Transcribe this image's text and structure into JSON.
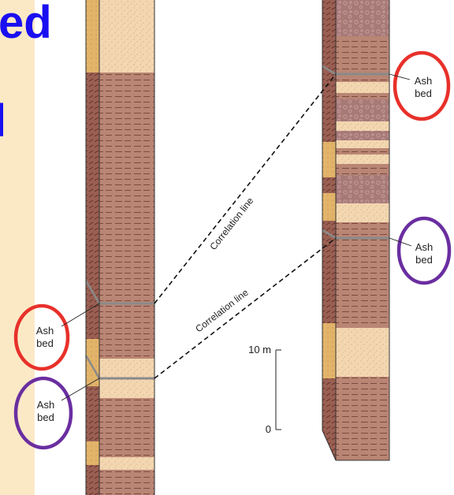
{
  "slide_heading_fragment_1": "ed",
  "slide_heading_fragment_2": "l",
  "callouts": {
    "left_upper": {
      "line1": "Ash",
      "line2": "bed",
      "ring_color": "#e8302a"
    },
    "left_lower": {
      "line1": "Ash",
      "line2": "bed",
      "ring_color": "#6a2ea0"
    },
    "right_upper": {
      "line1": "Ash",
      "line2": "bed",
      "ring_color": "#e8302a"
    },
    "right_lower": {
      "line1": "Ash",
      "line2": "bed",
      "ring_color": "#6a2ea0"
    }
  },
  "correlation_lines": {
    "upper": "Correlation line",
    "lower": "Correlation line"
  },
  "scale_bar": {
    "top_label": "10 m",
    "bottom_label": "0"
  },
  "colors": {
    "shale": "#b98574",
    "sandstone": "#f3d7b1",
    "conglomerate": "#a77a78",
    "ash": "#8a8a8a",
    "heading": "#1a0ff0"
  }
}
